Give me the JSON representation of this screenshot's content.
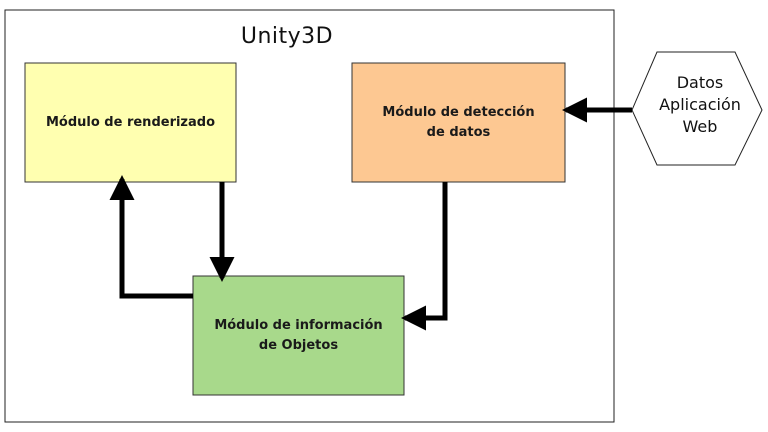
{
  "diagram": {
    "container": {
      "label": "Unity3D"
    },
    "modules": {
      "render": {
        "label": "Módulo de renderizado",
        "fill": "#FFFFB0"
      },
      "detection": {
        "label_line1": "Módulo de detección",
        "label_line2": "de datos",
        "fill": "#FDC892"
      },
      "info": {
        "label_line1": "Módulo de información",
        "label_line2": "de Objetos",
        "fill": "#A8D98B"
      }
    },
    "external": {
      "line1": "Datos",
      "line2": "Aplicación",
      "line3": "Web"
    }
  }
}
